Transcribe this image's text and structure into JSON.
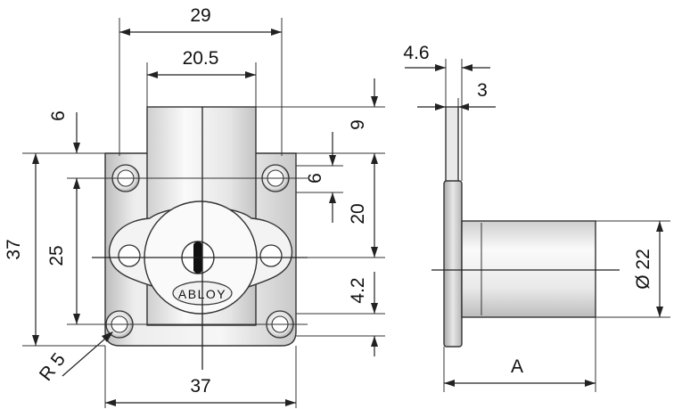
{
  "dimensions": {
    "top_width": "29",
    "cylinder_width": "20.5",
    "hole_offset_top": "6",
    "top_height": "9",
    "hole_spacing_small": "6",
    "cylinder_center_drop": "20",
    "plate_height": "37",
    "hole_spacing_vertical": "25",
    "bottom_hole_offset": "4.2",
    "corner_radius": "R 5",
    "plate_width": "37",
    "side_plate_thickness": "4.6",
    "side_flange_thickness": "3",
    "cylinder_diameter": "Ø 22",
    "cylinder_length_label": "A"
  },
  "engraving": "ABLOY",
  "colors": {
    "metal_light": "#f4f4f4",
    "metal_mid": "#dcdcdc",
    "metal_dark": "#9a9a9a",
    "line": "#222222"
  }
}
